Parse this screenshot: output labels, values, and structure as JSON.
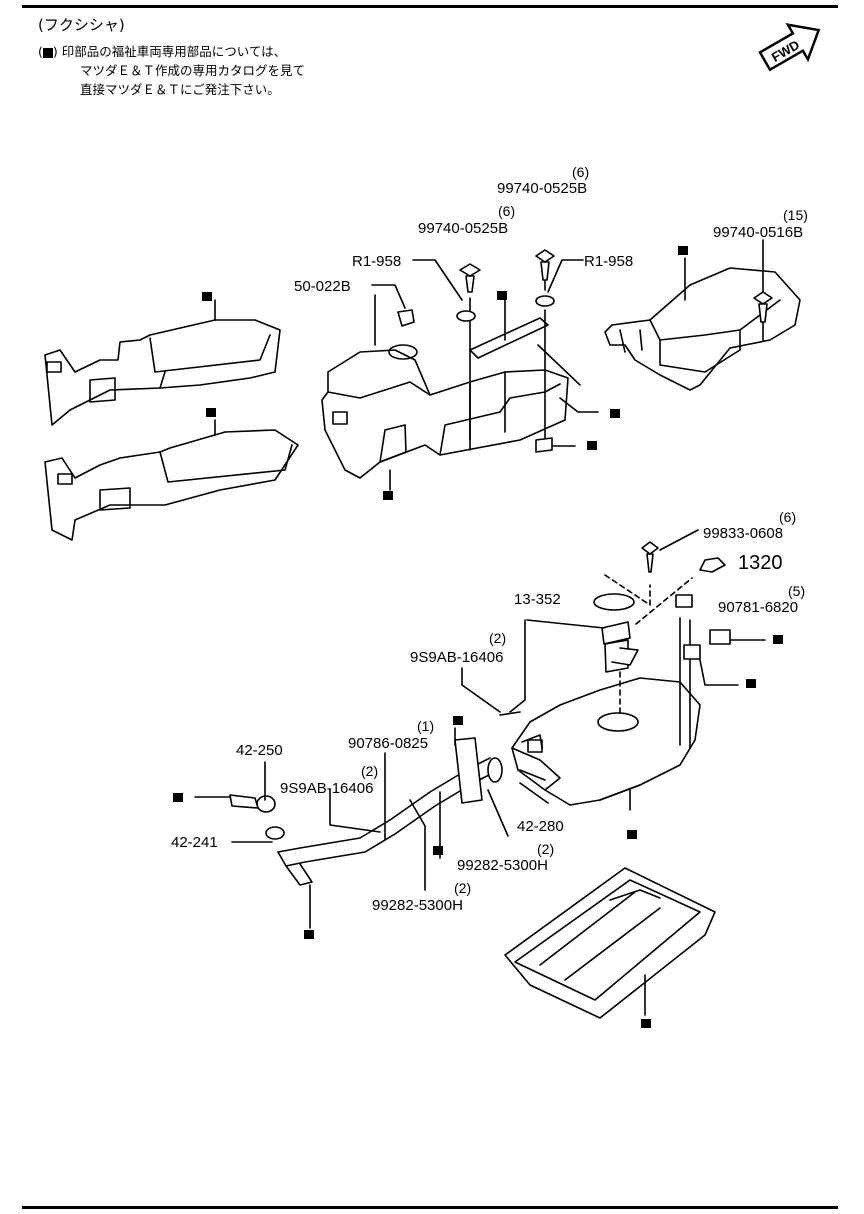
{
  "header": {
    "title": "(フクシシャ)",
    "note_lines": [
      "印部品の福祉車両専用部品については、",
      "マツダＥ＆Ｔ作成の専用カタログを見て",
      "直接マツダＥ＆Ｔにご発注下さい。"
    ],
    "fwd": "FWD"
  },
  "labels": {
    "p99740_0525b_a": "99740-0525B",
    "p99740_0525b_a_qty": "(6)",
    "p99740_0525b_b": "99740-0525B",
    "p99740_0525b_b_qty": "(6)",
    "p99740_0516b": "99740-0516B",
    "p99740_0516b_qty": "(15)",
    "r1_958_a": "R1-958",
    "r1_958_b": "R1-958",
    "p50_022b": "50-022B",
    "p99833_0608": "99833-0608",
    "p99833_0608_qty": "(6)",
    "ref_1320": "1320",
    "p13_352": "13-352",
    "p90781_6820": "90781-6820",
    "p90781_6820_qty": "(5)",
    "p9s9ab_16406_a": "9S9AB-16406",
    "p9s9ab_16406_a_qty": "(2)",
    "p9s9ab_16406_b": "9S9AB-16406",
    "p9s9ab_16406_b_qty": "(2)",
    "p90786_0825": "90786-0825",
    "p90786_0825_qty": "(1)",
    "p42_250": "42-250",
    "p42_241": "42-241",
    "p42_280": "42-280",
    "p99282_5300h_a": "99282-5300H",
    "p99282_5300h_a_qty": "(2)",
    "p99282_5300h_b": "99282-5300H",
    "p99282_5300h_b_qty": "(2)"
  }
}
